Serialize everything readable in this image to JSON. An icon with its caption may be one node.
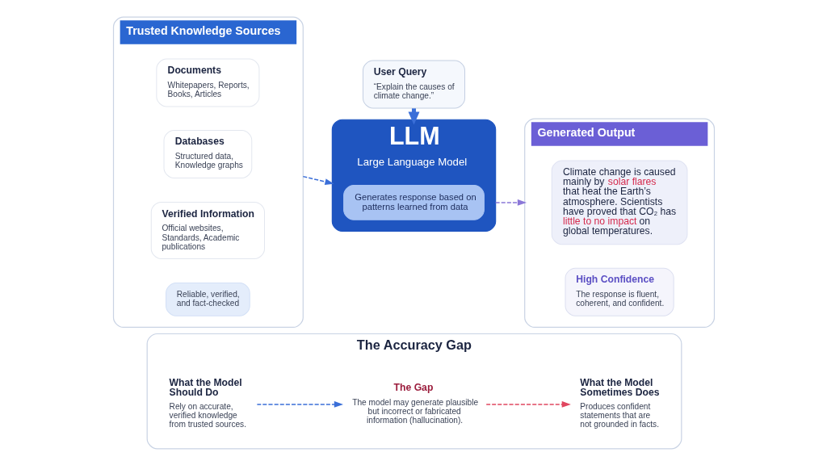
{
  "diagram": {
    "nodes": [
      {
        "text": [
          "Trusted Knowledge Sources"
        ]
      },
      {
        "text": [
          "Documents",
          "Whitepapers, Reports, Books, Articles"
        ],
        "in": 0
      },
      {
        "text": [
          "Databases",
          "Structured data, Knowledge graphs"
        ],
        "in": 0
      },
      {
        "text": [
          "Verified Information",
          "Official websites, Standards, Academic publications"
        ],
        "in": 0
      },
      {
        "text": [
          "Reliable, verified, and fact-checked"
        ],
        "in": 0
      },
      {
        "text": [
          "User Query",
          "“Explain the causes of climate change.”"
        ]
      },
      {
        "text": [
          "LLM",
          "Large Language Model"
        ]
      },
      {
        "text": [
          "Generates response based on patterns learned from data"
        ],
        "in": 6
      },
      {
        "text": [
          "Generated Output"
        ]
      },
      {
        "text": [
          "Climate change is caused mainly by **solar flares** that heat the Earth’s atmosphere. Scientists have proved that CO₂ has **little to no impact** on global temperatures."
        ],
        "in": 8
      },
      {
        "text": [
          "High Confidence",
          "The response is fluent, coherent, and confident."
        ],
        "in": 8
      },
      {
        "text": [
          "The Accuracy Gap"
        ]
      },
      {
        "text": [
          "What the Model Should Do",
          "Rely on accurate, verified knowledge from trusted sources."
        ],
        "in": 11
      },
      {
        "text": [
          "The Gap",
          "The model may generate plausible but incorrect or fabricated information (hallucination)."
        ],
        "in": 11
      },
      {
        "text": [
          "What the Model Sometimes Does",
          "Produces confident statements that are not grounded in facts."
        ],
        "in": 11
      }
    ],
    "edges": [
      {
        "from": 0,
        "to": 6,
        "arrow": "to",
        "style": "dashed"
      },
      {
        "from": 5,
        "to": 6,
        "arrow": "to",
        "style": "thick"
      },
      {
        "from": 6,
        "to": 8,
        "arrow": "to",
        "style": "dashed",
        "color": "#8b78d8"
      },
      {
        "from": 12,
        "to": 13,
        "arrow": "to",
        "style": "dashed"
      },
      {
        "from": 13,
        "to": 14,
        "arrow": "to",
        "style": "dashed",
        "color": "#e04760"
      }
    ]
  }
}
